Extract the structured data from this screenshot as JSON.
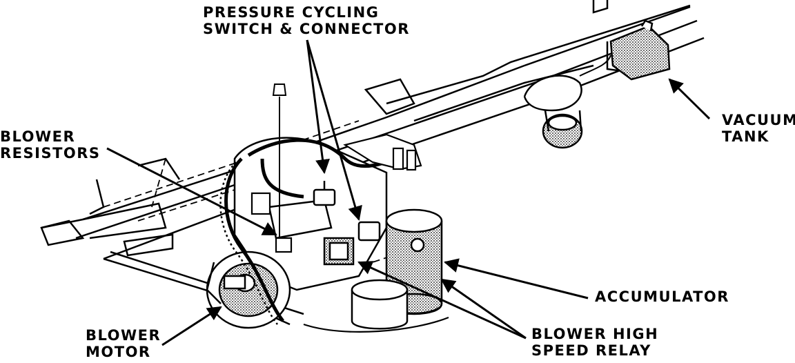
{
  "labels": {
    "pressure_switch": [
      "PRESSURE CYCLING",
      "SWITCH & CONNECTOR"
    ],
    "blower_resistors": [
      "BLOWER",
      "RESISTORS"
    ],
    "vacuum_tank": [
      "VACUUM",
      "TANK"
    ],
    "accumulator": [
      "ACCUMULATOR"
    ],
    "blower_motor": [
      "BLOWER",
      "MOTOR"
    ],
    "blower_relay": [
      "BLOWER HIGH",
      "SPEED RELAY"
    ]
  },
  "colors": {
    "ink": "#000000",
    "paper": "#ffffff"
  }
}
